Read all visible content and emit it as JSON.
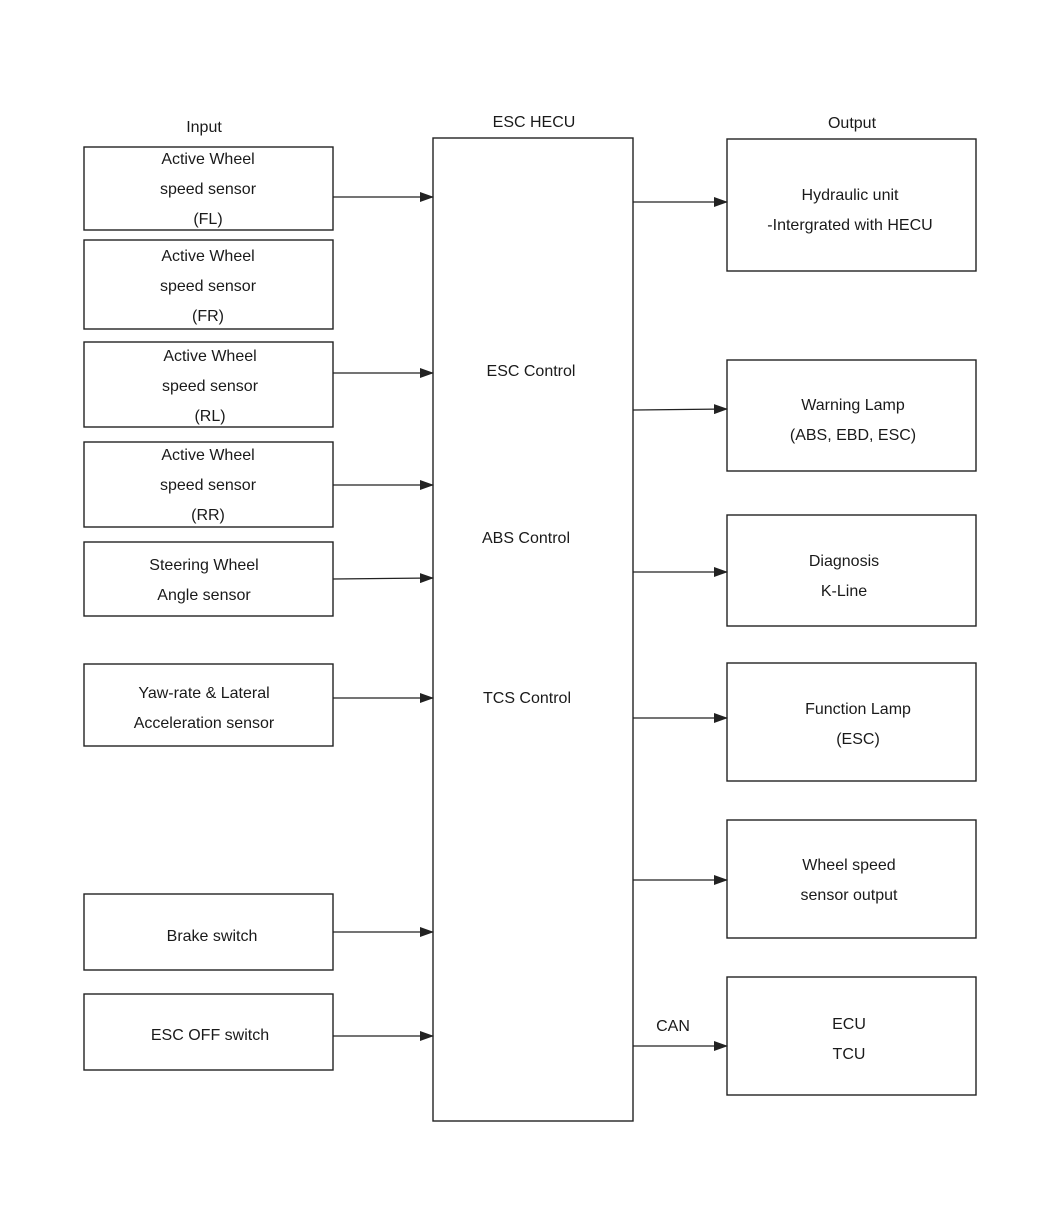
{
  "headings": {
    "input": "Input",
    "hecu": "ESC HECU",
    "output": "Output"
  },
  "inputs": [
    {
      "id": "wss-fl",
      "lines": [
        "Active Wheel",
        "speed sensor",
        "(FL)"
      ]
    },
    {
      "id": "wss-fr",
      "lines": [
        "Active Wheel",
        "speed sensor",
        "(FR)"
      ]
    },
    {
      "id": "wss-rl",
      "lines": [
        "Active Wheel",
        "speed sensor",
        "(RL)"
      ]
    },
    {
      "id": "wss-rr",
      "lines": [
        "Active Wheel",
        "speed sensor",
        "(RR)"
      ]
    },
    {
      "id": "steering-angle",
      "lines": [
        "Steering Wheel",
        "Angle sensor"
      ]
    },
    {
      "id": "yaw-rate",
      "lines": [
        "Yaw-rate & Lateral",
        "Acceleration sensor"
      ]
    },
    {
      "id": "brake-switch",
      "lines": [
        "Brake switch"
      ]
    },
    {
      "id": "esc-off-switch",
      "lines": [
        "ESC OFF switch"
      ]
    }
  ],
  "hecu": {
    "controls": [
      "ESC Control",
      "ABS Control",
      "TCS Control"
    ]
  },
  "outputs": [
    {
      "id": "hydraulic-unit",
      "lines": [
        "Hydraulic unit",
        "-Intergrated with HECU"
      ]
    },
    {
      "id": "warning-lamp",
      "lines": [
        "Warning Lamp",
        "(ABS, EBD, ESC)"
      ]
    },
    {
      "id": "diagnosis",
      "lines": [
        "Diagnosis",
        "K-Line"
      ]
    },
    {
      "id": "function-lamp",
      "lines": [
        "Function Lamp",
        "(ESC)"
      ]
    },
    {
      "id": "wheel-speed-output",
      "lines": [
        "Wheel speed",
        "sensor output"
      ]
    },
    {
      "id": "ecu-tcu",
      "lines": [
        "ECU",
        "TCU"
      ]
    }
  ],
  "connection_labels": {
    "can": "CAN"
  }
}
